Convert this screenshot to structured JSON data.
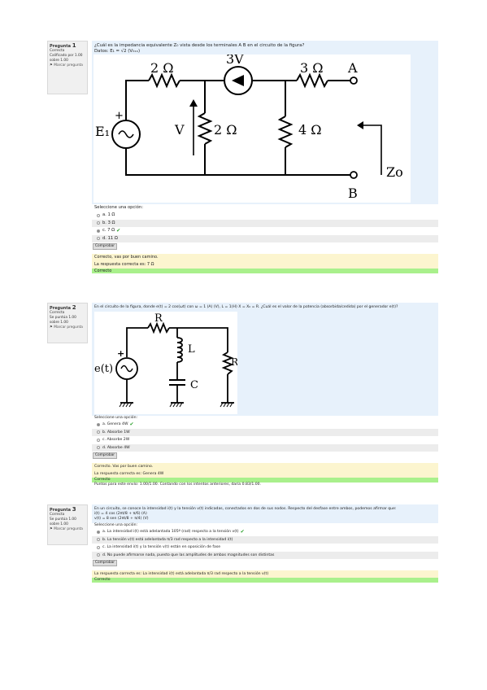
{
  "q1": {
    "info": {
      "number_prefix": "Pregunta",
      "number": "1",
      "status": "Correcta",
      "score": "Calificado por 1.00 sobre 1.00",
      "flag": "Marcar pregunta"
    },
    "question": "¿Cuál es la impedancia equivalente Z₀ vista desde los terminales A B en el circuito de la figura?",
    "data_line": "Datos: E₁ = √2 (V₀ₓₓ)",
    "circuit": {
      "r1": "2 Ω",
      "source": "3V",
      "r2": "3 Ω",
      "node_a": "A",
      "e1": "E₁",
      "v_label": "V",
      "r3": "2 Ω",
      "r4": "4 Ω",
      "zo": "Zo",
      "node_b": "B"
    },
    "prompt": "Seleccione una opción:",
    "options": [
      "a. 1 Ω",
      "b. 3 Ω",
      "c. 7 Ω",
      "d. 11 Ω"
    ],
    "submit": "Comprobar",
    "feedback": [
      "Correcto, vas por buen camino.",
      "La respuesta correcta es: 7 Ω"
    ],
    "result": "Correcto"
  },
  "q2": {
    "info": {
      "number_prefix": "Pregunta",
      "number": "2",
      "status": "Correcta",
      "score": "Se puntúa 1.00 sobre 1.00",
      "flag": "Marcar pregunta"
    },
    "question": "En el circuito de la figura, donde e(t) = 2 cos(ωt) con ω = 1 (A) (V), L = 1(H) X = X₀ = R. ¿Cuál es el valor de la potencia (absorbida/cedida) por el generador e(t)?",
    "circuit": {
      "r_top": "R",
      "l": "L",
      "c": "C",
      "r_right": "R",
      "e": "e(t)"
    },
    "prompt": "Seleccione una opción:",
    "options": [
      "a. Genera 4W",
      "b. Absorbe 1W",
      "c. Absorbe 2W",
      "d. Absorbe 4W"
    ],
    "submit": "Comprobar",
    "feedback": [
      "Correcto. Vas por buen camino.",
      "La respuesta correcta es: Genera 4W"
    ],
    "result": "Correcto",
    "score_line": "Puntos para este envío: 1.00/1.00. Contando con los intentos anteriores, daría 0.83/1.00."
  },
  "q3": {
    "info": {
      "number_prefix": "Pregunta",
      "number": "3",
      "status": "Correcta",
      "score": "Se puntúa 1.00 sobre 1.00",
      "flag": "Marcar pregunta"
    },
    "question": "En un circuito, se conoce la intensidad i(t) y la tensión v(t) indicadas, conectados en dos de sus nodos. Respecto del desfase entre ambos, podemos afirmar que:",
    "eq1": "i(t) = 4 cos (2πt/8 + π/6) (A)",
    "eq2": "v(t) = 8 sen (2πt/8 + π/4) (V)",
    "prompt": "Seleccione una opción:",
    "options": [
      "a. La intensidad i(t) está adelantada 105º (rad) respecto a la tensión v(t)",
      "b. La tensión v(t) está adelantada π/3 rad respecto a la intensidad i(t)",
      "c. La intensidad i(t) y la tensión v(t) están en oposición de fase",
      "d. No puede afirmarse nada, puesto que las amplitudes de ambas magnitudes son distintas"
    ],
    "submit": "Comprobar",
    "feedback": [
      "La respuesta correcta es: La intensidad i(t) está adelantada π/3 rad respecto a la tensión v(t)"
    ],
    "result": "Correcto"
  }
}
